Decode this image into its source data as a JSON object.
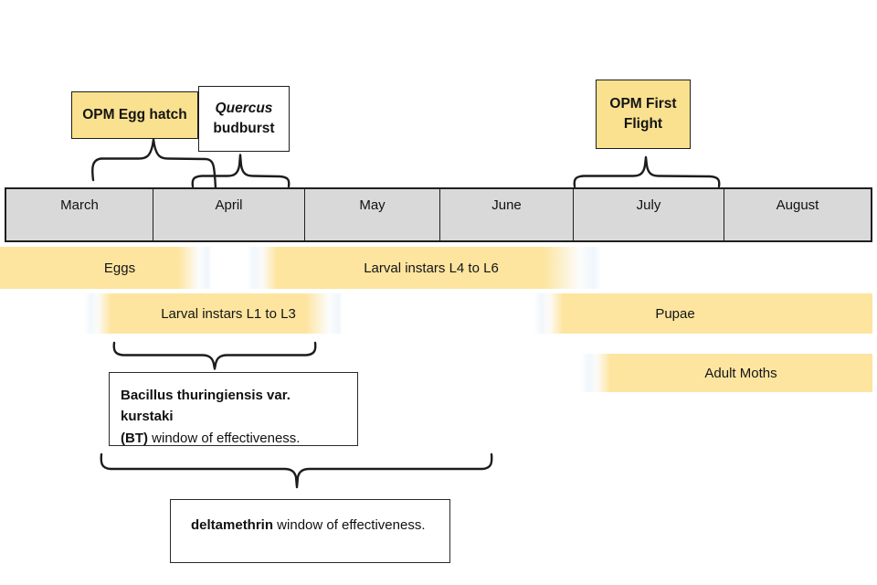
{
  "boxes": {
    "egg_hatch": {
      "label": "OPM Egg hatch"
    },
    "budburst": {
      "line1": "Quercus",
      "line2": "budburst"
    },
    "first_flight": {
      "line1": "OPM First",
      "line2": "Flight"
    }
  },
  "timeline": {
    "months": [
      "March",
      "April",
      "May",
      "June",
      "July",
      "August"
    ]
  },
  "bars": {
    "eggs": "Eggs",
    "larval_l4_l6": "Larval instars L4 to L6",
    "larval_l1_l3": "Larval instars L1 to L3",
    "pupae": "Pupae",
    "adult_moths": "Adult Moths"
  },
  "notes": {
    "bt": {
      "line1_bold": "Bacillus thuringiensis var. kurstaki",
      "line2_bold": "(BT)",
      "line2_rest": " window of effectiveness."
    },
    "deltamethrin": {
      "bold": "deltamethrin",
      "rest": " window of effectiveness."
    }
  },
  "colors": {
    "box_yellow": "#fae18f",
    "bar_yellow": "#fde5a0",
    "timeline_gray": "#d9d9d9",
    "border_black": "#1f1f1f"
  }
}
